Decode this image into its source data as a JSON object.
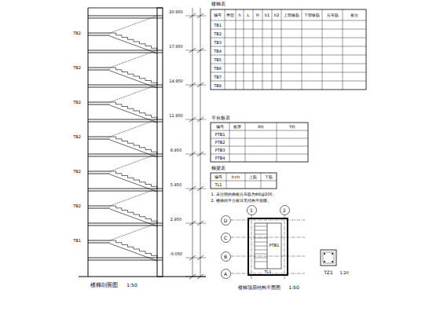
{
  "diagram": {
    "nodes": [
      {
        "text": [
          "1"
        ]
      },
      {
        "text": [
          "2"
        ]
      },
      {
        "text": [
          "D"
        ]
      },
      {
        "text": [
          "C"
        ]
      },
      {
        "text": [
          "B"
        ]
      },
      {
        "text": [
          "A"
        ]
      }
    ],
    "labels": [
      "楼梯剖面图",
      "1:50",
      "20.950",
      "17.950",
      "14.950",
      "11.950",
      "8.950",
      "5.950",
      "2.950",
      "-0.050",
      "TB2",
      "TB2",
      "TB2",
      "TB2",
      "TB2",
      "TB2",
      "TB1",
      "楼梯表",
      "编号",
      "类型",
      "h",
      "L",
      "H",
      "b1",
      "b2",
      "上部纵筋",
      "下部纵筋",
      "分布筋",
      "备注",
      "TB1",
      "TB2",
      "TB3",
      "TB4",
      "TB5",
      "TB6",
      "TB7",
      "TB8",
      "平台板表",
      "编号",
      "板厚",
      "X向",
      "Y向",
      "PTB1",
      "PTB2",
      "PTB3",
      "PTB4",
      "梯梁表",
      "编号",
      "b×h",
      "上筋",
      "下筋",
      "TL1",
      "1. 未注明的梯板分布筋为Φ8@200。",
      "2. 楼梯间平台板详见结构平面图。",
      "楼梯顶层结构平面图",
      "1:50",
      "PTB1",
      "TL1",
      "TZ1",
      "1:20"
    ]
  }
}
